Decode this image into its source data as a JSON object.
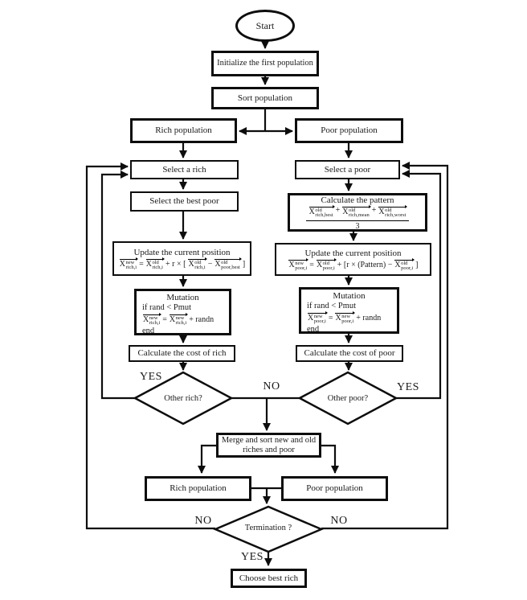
{
  "page": {
    "ink": "#0d0d0d",
    "background": "#ffffff"
  },
  "nodes": {
    "start": "Start",
    "init": "Initialize the first population",
    "sort": "Sort population",
    "rich_pop": "Rich population",
    "poor_pop": "Poor population",
    "select_rich": "Select a rich",
    "select_poor": "Select a poor",
    "select_best_poor": "Select the best poor",
    "pattern_title": "Calculate the pattern",
    "update_title": "Update the current position",
    "mutation_title": "Mutation",
    "mutation_cond": "if rand  < Pmut",
    "mutation_end": "end",
    "cost_rich": "Calculate the cost of rich",
    "cost_poor": "Calculate the cost of poor",
    "other_rich": "Other rich?",
    "other_poor": "Other poor?",
    "merge": "Merge and sort new and old riches and poor",
    "rich_pop2": "Rich population",
    "poor_pop2": "Poor population",
    "termination": "Termination ?",
    "choose": "Choose best rich"
  },
  "labels": {
    "yes_left": "YES",
    "no_center": "NO",
    "yes_right": "YES",
    "no_bottom_left": "NO",
    "no_bottom_right": "NO",
    "yes_bottom": "YES"
  },
  "formulas": {
    "pattern": {
      "frac": true,
      "num": [
        {
          "x": "X",
          "sup": "old",
          "sub": "rich,best"
        },
        {
          "v": "+"
        },
        {
          "x": "X",
          "sup": "old",
          "sub": "rich,mean"
        },
        {
          "v": "+"
        },
        {
          "x": "X",
          "sup": "old",
          "sub": "rich,worst"
        }
      ],
      "den": [
        {
          "v": "3"
        }
      ]
    },
    "update_rich": [
      {
        "x": "X",
        "sup": "new",
        "sub": "rich,i"
      },
      {
        "v": "="
      },
      {
        "x": "X",
        "sup": "old",
        "sub": "rich,i"
      },
      {
        "v": "+ r × ["
      },
      {
        "x": "X",
        "sup": "old",
        "sub": "rich,i"
      },
      {
        "v": "−"
      },
      {
        "x": "X",
        "sup": "old",
        "sub": "poor,best"
      },
      {
        "v": "]"
      }
    ],
    "update_poor": [
      {
        "x": "X",
        "sup": "new",
        "sub": "poor,i"
      },
      {
        "v": "="
      },
      {
        "x": "X",
        "sup": "old",
        "sub": "poor,i"
      },
      {
        "v": "+ [r × (Pattern) −"
      },
      {
        "x": "X",
        "sup": "old",
        "sub": "poor,i"
      },
      {
        "v": "]"
      }
    ],
    "mutation_rich": [
      {
        "x": "X",
        "sup": "new",
        "sub": "rich,i"
      },
      {
        "v": "="
      },
      {
        "x": "X",
        "sup": "new",
        "sub": "rich,i"
      },
      {
        "v": "+ randn"
      }
    ],
    "mutation_poor": [
      {
        "x": "X",
        "sup": "new",
        "sub": "poor,i"
      },
      {
        "v": "="
      },
      {
        "x": "X",
        "sup": "new",
        "sub": "poor,i"
      },
      {
        "v": "+ randn"
      }
    ]
  }
}
